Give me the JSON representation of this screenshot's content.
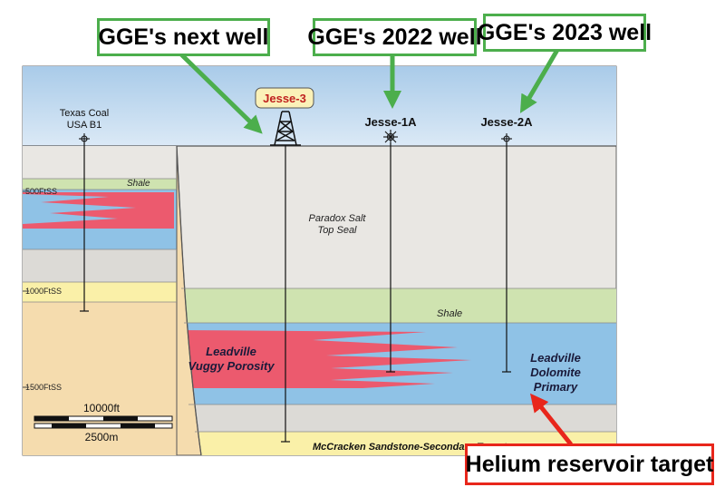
{
  "wells": {
    "texas_coal": {
      "line1": "Texas Coal",
      "line2": "USA B1"
    },
    "jesse3": "Jesse-3",
    "jesse1a": "Jesse-1A",
    "jesse2a": "Jesse-2A"
  },
  "depths": [
    "500FtSS",
    "1000FtSS",
    "1500FtSS"
  ],
  "layers": {
    "shale_upper": "Shale",
    "salt_line1": "Paradox Salt",
    "salt_line2": "Top Seal",
    "shale_lower": "Shale",
    "vuggy_line1": "Leadville",
    "vuggy_line2": "Vuggy Porosity",
    "dolomite_line1": "Leadville",
    "dolomite_line2": "Dolomite",
    "dolomite_line3": "Primary",
    "sandstone": "McCracken Sandstone-Secondary Target"
  },
  "scale": {
    "top": "10000ft",
    "bottom": "2500m"
  },
  "callouts": {
    "next_well": "GGE's next well",
    "well_2022": "GGE's 2022 well",
    "well_2023": "GGE's 2023 well",
    "helium": "Helium reservoir target"
  },
  "colors": {
    "sky": "#c6dff2",
    "salt": "#e9e7e3",
    "shale": "#cfe3b0",
    "dolomite": "#8fc2e6",
    "porosity": "#ec5a6e",
    "sandstone": "#faf0a8",
    "basement": "#f5dcae",
    "green_callout": "#4cae4c",
    "red_callout": "#e8261b"
  }
}
